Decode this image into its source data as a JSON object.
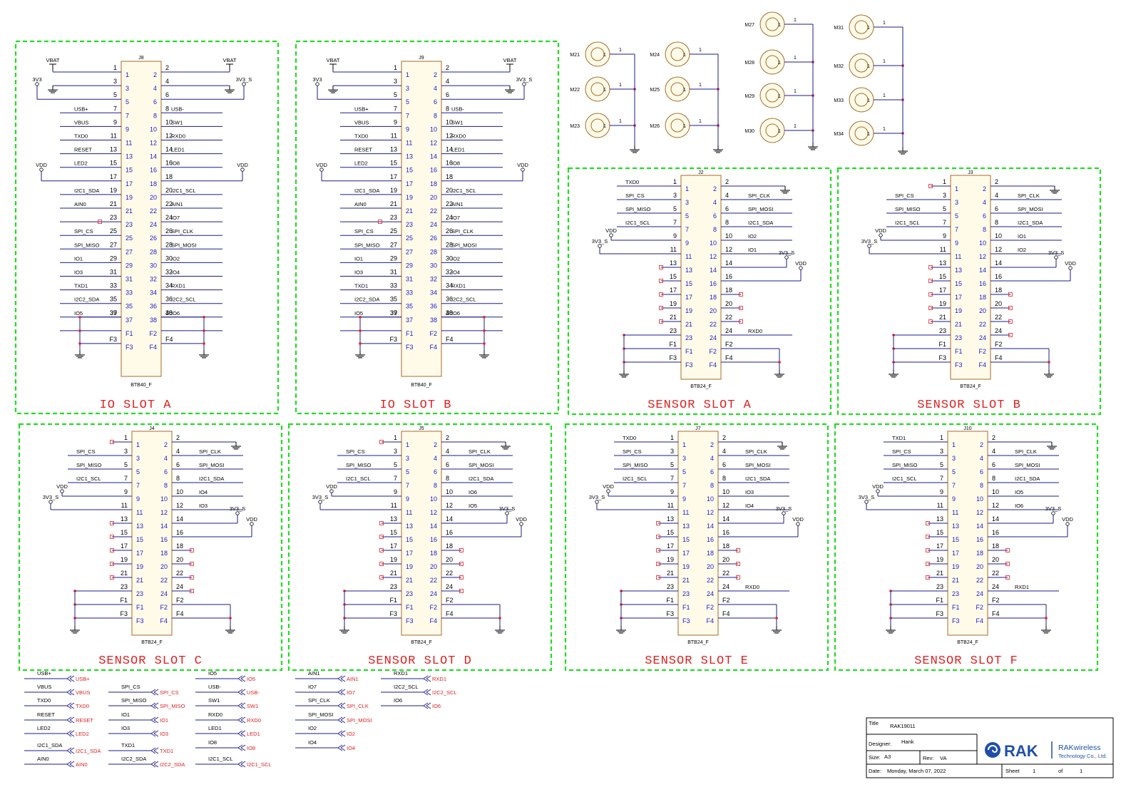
{
  "slots": [
    {
      "id": "io-a",
      "title": "IO SLOT A",
      "ref": "J8",
      "part": "BTB40_F",
      "type": "io40",
      "nets": {
        "1": "",
        "2": "",
        "3": "",
        "4": "",
        "5": "",
        "6": "",
        "7": "USB+",
        "8": "USB-",
        "9": "VBUS",
        "10": "SW1",
        "11": "TXD0",
        "12": "RXD0",
        "13": "RESET",
        "14": "LED1",
        "15": "LED2",
        "16": "IO8",
        "17": "",
        "18": "",
        "19": "I2C1_SDA",
        "20": "I2C1_SCL",
        "21": "AIN0",
        "22": "AIN1",
        "23": "",
        "24": "IO7",
        "25": "SPI_CS",
        "26": "SPI_CLK",
        "27": "SPI_MISO",
        "28": "SPI_MOSI",
        "29": "IO1",
        "30": "IO2",
        "31": "IO3",
        "32": "IO4",
        "33": "TXD1",
        "34": "RXD1",
        "35": "I2C2_SDA",
        "36": "I2C2_SCL",
        "37": "IO5",
        "38": "IO6",
        "39": "",
        "40": ""
      }
    },
    {
      "id": "io-b",
      "title": "IO SLOT B",
      "ref": "J9",
      "part": "BTB40_F",
      "type": "io40",
      "nets": {
        "1": "",
        "2": "",
        "3": "",
        "4": "",
        "5": "",
        "6": "",
        "7": "USB+",
        "8": "USB-",
        "9": "VBUS",
        "10": "SW1",
        "11": "TXD0",
        "12": "RXD0",
        "13": "RESET",
        "14": "LED1",
        "15": "LED2",
        "16": "IO8",
        "17": "",
        "18": "",
        "19": "I2C1_SDA",
        "20": "I2C1_SCL",
        "21": "AIN0",
        "22": "AIN1",
        "23": "",
        "24": "IO7",
        "25": "SPI_CS",
        "26": "SPI_CLK",
        "27": "SPI_MISO",
        "28": "SPI_MOSI",
        "29": "IO1",
        "30": "IO2",
        "31": "IO3",
        "32": "IO4",
        "33": "TXD1",
        "34": "RXD1",
        "35": "I2C2_SDA",
        "36": "I2C2_SCL",
        "37": "IO5",
        "38": "IO6",
        "39": "",
        "40": ""
      }
    },
    {
      "id": "sensor-a",
      "title": "SENSOR SLOT A",
      "ref": "J2",
      "part": "BTB24_F",
      "type": "s24",
      "nets": {
        "1": "TXD0",
        "3": "SPI_CS",
        "4": "SPI_CLK",
        "5": "SPI_MISO",
        "6": "SPI_MOSI",
        "7": "I2C1_SCL",
        "8": "I2C1_SDA",
        "10": "IO2",
        "12": "IO1",
        "24": "RXD0"
      }
    },
    {
      "id": "sensor-b",
      "title": "SENSOR SLOT B",
      "ref": "J3",
      "part": "BTB24_F",
      "type": "s24",
      "nets": {
        "3": "SPI_CS",
        "4": "SPI_CLK",
        "5": "SPI_MISO",
        "6": "SPI_MOSI",
        "7": "I2C1_SCL",
        "8": "I2C1_SDA",
        "10": "IO1",
        "12": "IO2"
      }
    },
    {
      "id": "sensor-c",
      "title": "SENSOR SLOT C",
      "ref": "J4",
      "part": "BTB24_F",
      "type": "s24",
      "nets": {
        "3": "SPI_CS",
        "4": "SPI_CLK",
        "5": "SPI_MISO",
        "6": "SPI_MOSI",
        "7": "I2C1_SCL",
        "8": "I2C1_SDA",
        "10": "IO4",
        "12": "IO3"
      }
    },
    {
      "id": "sensor-d",
      "title": "SENSOR SLOT D",
      "ref": "J5",
      "part": "BTB24_F",
      "type": "s24",
      "nets": {
        "3": "SPI_CS",
        "4": "SPI_CLK",
        "5": "SPI_MISO",
        "6": "SPI_MOSI",
        "7": "I2C1_SCL",
        "8": "I2C1_SDA",
        "10": "IO6",
        "12": "IO5"
      }
    },
    {
      "id": "sensor-e",
      "title": "SENSOR SLOT E",
      "ref": "J7",
      "part": "BTB24_F",
      "type": "s24",
      "nets": {
        "1": "TXD0",
        "3": "SPI_CS",
        "4": "SPI_CLK",
        "5": "SPI_MISO",
        "6": "SPI_MOSI",
        "7": "I2C1_SCL",
        "8": "I2C1_SDA",
        "10": "IO3",
        "12": "IO4",
        "24": "RXD0"
      }
    },
    {
      "id": "sensor-f",
      "title": "SENSOR SLOT F",
      "ref": "J10",
      "part": "BTB24_F",
      "type": "s24",
      "nets": {
        "1": "TXD1",
        "3": "SPI_CS",
        "4": "SPI_CLK",
        "5": "SPI_MISO",
        "6": "SPI_MOSI",
        "7": "I2C1_SCL",
        "8": "I2C1_SDA",
        "10": "IO5",
        "12": "IO6",
        "24": "RXD1"
      }
    }
  ],
  "power": {
    "vbat": "VBAT",
    "v33": "3V3",
    "v33s": "3V3_S",
    "vdd": "VDD"
  },
  "connector_labels": {
    "f1": "F1",
    "f2": "F2",
    "f3": "F3",
    "f4": "F4"
  },
  "mounts": {
    "group1": [
      "M21",
      "M22",
      "M23"
    ],
    "group2": [
      "M24",
      "M25",
      "M26"
    ],
    "group3": [
      "M27",
      "M28",
      "M29",
      "M30"
    ],
    "group4": [
      "M31",
      "M32",
      "M33",
      "M34"
    ],
    "pin": "1"
  },
  "ports": [
    [
      "USB+",
      "USB+"
    ],
    [
      "VBUS",
      "VBUS"
    ],
    [
      "TXD0",
      "TXD0"
    ],
    [
      "RESET",
      "RESET"
    ],
    [
      "LED2",
      "LED2"
    ],
    [
      "I2C1_SDA",
      "I2C1_SDA"
    ],
    [
      "AIN0",
      "AIN0"
    ],
    [
      "SPI_CS",
      "SPI_CS"
    ],
    [
      "SPI_MISO",
      "SPI_MISO"
    ],
    [
      "IO1",
      "IO1"
    ],
    [
      "IO3",
      "IO3"
    ],
    [
      "TXD1",
      "TXD1"
    ],
    [
      "I2C2_SDA",
      "I2C2_SDA"
    ],
    [
      "IO5",
      "IO5"
    ],
    [
      "USB-",
      "USB-"
    ],
    [
      "SW1",
      "SW1"
    ],
    [
      "RXD0",
      "RXD0"
    ],
    [
      "LED1",
      "LED1"
    ],
    [
      "IO8",
      "IO8"
    ],
    [
      "I2C1_SCL",
      "I2C1_SCL"
    ],
    [
      "AIN1",
      "AIN1"
    ],
    [
      "IO7",
      "IO7"
    ],
    [
      "SPI_CLK",
      "SPI_CLK"
    ],
    [
      "SPI_MOSI",
      "SPI_MOSI"
    ],
    [
      "IO2",
      "IO2"
    ],
    [
      "IO4",
      "IO4"
    ],
    [
      "RXD1",
      "RXD1"
    ],
    [
      "I2C2_SCL",
      "I2C2_SCL"
    ],
    [
      "IO6",
      "IO6"
    ]
  ],
  "title_block": {
    "title_label": "Title",
    "title": "RAK19011",
    "designer_label": "Designer:",
    "designer": "Hank",
    "size_label": "Size:",
    "size": "A3",
    "rev_label": "Rev:",
    "rev": "VA",
    "date_label": "Date:",
    "date": "Monday, March 07, 2022",
    "sheet_label": "Sheet",
    "sheet": "1",
    "of_label": "of",
    "sheets": "1",
    "logo": "RAK",
    "company_line1": "RAKwireless",
    "company_line2": "Technology Co., Ltd."
  }
}
